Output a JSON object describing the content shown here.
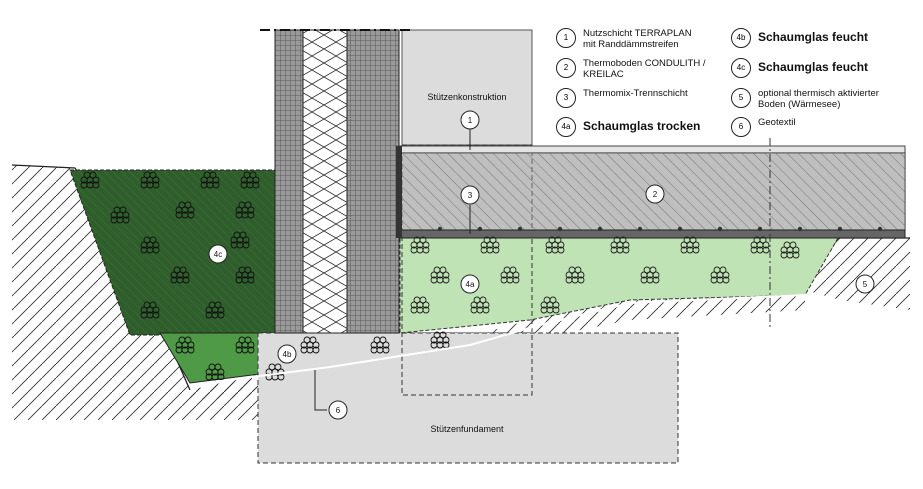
{
  "labels": {
    "column_construction": "Stützenkonstruktion",
    "column_foundation": "Stützenfundament"
  },
  "callouts": [
    "1",
    "2",
    "3",
    "4a",
    "4b",
    "4c",
    "5",
    "6"
  ],
  "legend": [
    {
      "num": "1",
      "text": "Nutzschicht TERRAPLAN\nmit Randdämmstreifen",
      "bold": false
    },
    {
      "num": "2",
      "text": "Thermoboden CONDULITH /\nKREILAC",
      "bold": false
    },
    {
      "num": "3",
      "text": "Thermomix-Trennschicht",
      "bold": false
    },
    {
      "num": "4a",
      "text": "Schaumglas trocken",
      "bold": true
    },
    {
      "num": "4b",
      "text": "Schaumglas feucht",
      "bold": true
    },
    {
      "num": "4c",
      "text": "Schaumglas feucht",
      "bold": true
    },
    {
      "num": "5",
      "text": "optional thermisch aktivierter\nBoden (Wärmesee)",
      "bold": false
    },
    {
      "num": "6",
      "text": "Geotextil",
      "bold": false
    }
  ],
  "colors": {
    "dark_green": "#2f5e2c",
    "mid_green": "#4f9a46",
    "light_green": "#bfe3b4",
    "screed_grey": "#8a8a8a",
    "light_grey": "#dcdcdc"
  }
}
